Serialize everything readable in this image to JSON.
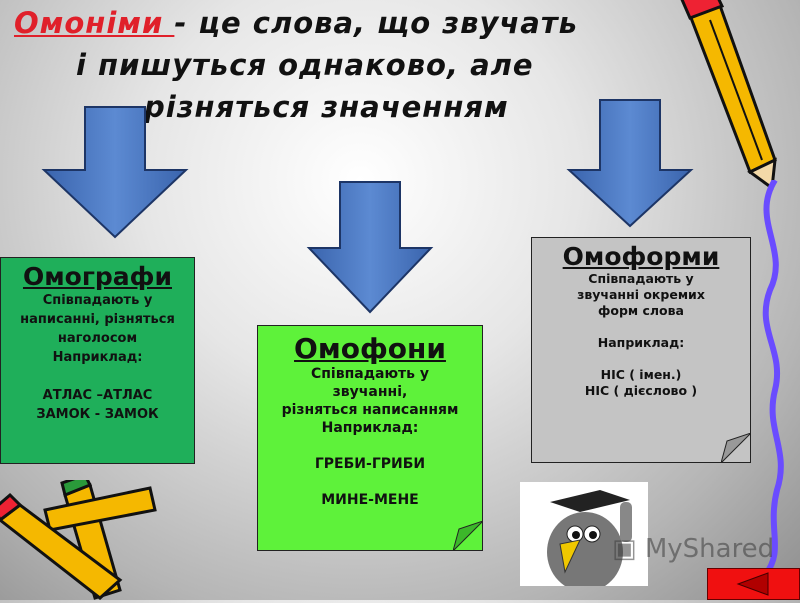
{
  "title": {
    "highlight": "Омоніми ",
    "line1_rest": "-  це  слова,  що звучать",
    "line2": "і  пишуться  однаково,  але",
    "line3": "різняться  значенням"
  },
  "boxes": [
    {
      "heading": "Омографи",
      "body": "Співпадають  у\nнаписанні,  різняться\nнаголосом\nНаприклад:\n\nАТЛАС –АТЛАС\nЗАМОК -   ЗАМОК"
    },
    {
      "heading": "Омофони",
      "body": "Співпадають  у\nзвучанні,\nрізняться  написанням\nНаприклад:\n\nГРЕБИ-ГРИБИ\n\nМИНЕ-МЕНЕ"
    },
    {
      "heading": "Омоформи",
      "body": "Співпадають  у\nзвучанні  окремих\nформ  слова\n\nНаприклад:\n\nНІС  ( імен.)\nНІС  ( дієслово )"
    }
  ],
  "watermark": "MyShared",
  "colors": {
    "arrow": "#4a78c0",
    "title_highlight": "#e0202a",
    "box1": "#1faf5a",
    "box2": "#5ef23a",
    "box3": "#c4c4c4",
    "nav": "#f01010",
    "squiggle": "#6a4cff"
  }
}
